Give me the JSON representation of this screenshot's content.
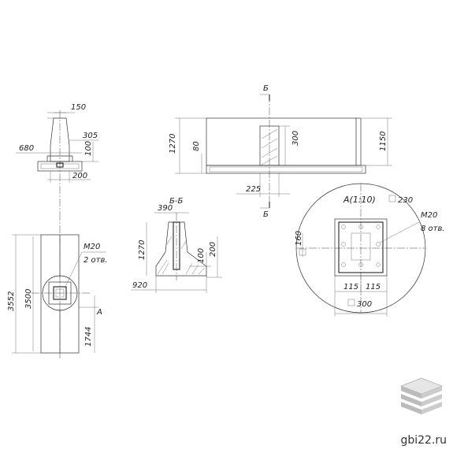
{
  "labels": {
    "side_top_width": "150",
    "side_305": "305",
    "side_680": "680",
    "side_100a": "100",
    "side_200": "200",
    "main_1270": "1270",
    "main_80": "80",
    "main_300": "300",
    "main_1150": "1150",
    "main_225": "225",
    "section_mark_top": "Б",
    "section_mark_bottom": "Б",
    "section_title": "Б-Б",
    "sec_390": "390",
    "sec_1270": "1270",
    "sec_100": "100",
    "sec_200": "200",
    "sec_920": "920",
    "plan_3552": "3552",
    "plan_3500": "3500",
    "plan_M20": "M20",
    "plan_holes": "2 отв.",
    "plan_A": "A",
    "plan_1744": "1744",
    "detail_title": "А(1:10)",
    "detail_230": "230",
    "detail_M20": "M20",
    "detail_holes": "8 отв.",
    "detail_160": "160",
    "detail_115a": "115",
    "detail_115b": "115",
    "detail_300": "300"
  },
  "watermark": "gbi22.ru",
  "colors": {
    "line": "#333333",
    "logo_light": "#e6e6e6",
    "logo_dark": "#b0b0b0"
  }
}
